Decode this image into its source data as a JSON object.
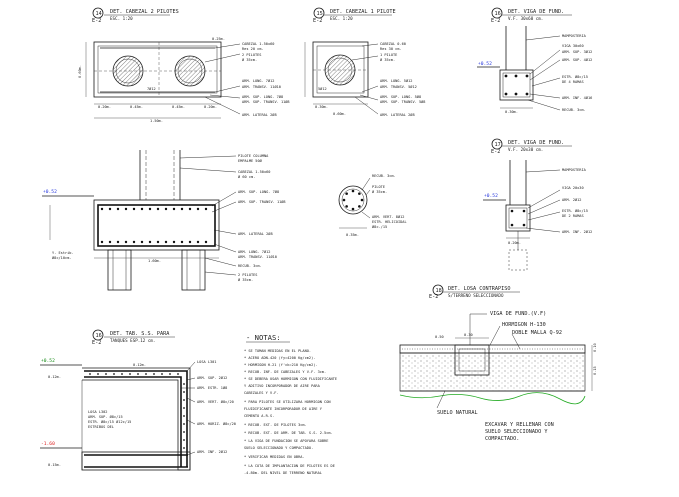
{
  "details": {
    "d14": {
      "num": "14",
      "title": "DET. CABEZAL 2 PILOTES",
      "ref": "E-2",
      "sub": "ESC. 1:20",
      "labels": [
        "CABEZAL 1.50x60",
        "Res 20 cm.",
        "2 PILOTES",
        "Ø 35cm.",
        "ARM. LONG. 7Ø12",
        "ARM. TRANSV. 11Ø10",
        "ARM. SUP. LONG. 7Ø8",
        "ARM. SUP. TRANSV. 11Ø8",
        "ARM. LATERAL 2Ø8"
      ],
      "dims": [
        "0.20m.",
        "0.45m.",
        "0.45m.",
        "0.20m.",
        "1.50m.",
        "7Ø12",
        "0.60m.",
        "0.25m."
      ]
    },
    "d15": {
      "num": "15",
      "title": "DET. CABEZAL 1 PILOTE",
      "ref": "E-2",
      "sub": "ESC. 1:20",
      "labels": [
        "CABEZAL 0.60",
        "Res 30 cm.",
        "1 PILOTE",
        "Ø 35cm.",
        "ARM. LONG. 5Ø12",
        "ARM. TRANSV. 5Ø12",
        "ARM. SUP. LONG. 5Ø8",
        "ARM. SUP. TRANSV. 5Ø8",
        "ARM. LATERAL 2Ø8"
      ],
      "dims": [
        "0.30m.",
        "0.60m.",
        "5Ø12"
      ]
    },
    "d16": {
      "num": "16",
      "title": "DET. VIGA DE FUND.",
      "ref": "E-2",
      "sub": "V.F. 30x60 cm.",
      "labels": [
        "MAMPOSTERIA",
        "VIGA 30x60",
        "ARM. SUP. 3Ø12",
        "ARM. SUP. 4Ø12",
        "ESTR. Ø8c/15",
        "DE 4 RAMAS",
        "ARM. INF. 4Ø16",
        "RECUB. 3cm."
      ],
      "dims": [
        "0.30m.",
        "+0.52"
      ]
    },
    "d17": {
      "num": "17",
      "title": "DET. VIGA DE FUND.",
      "ref": "E-2",
      "sub": "V.F. 20x30 cm.",
      "labels": [
        "MAMPOSTERIA",
        "VIGA 20x30",
        "ARM. 2Ø12",
        "ESTR. Ø8c/15",
        "DE 2 RAMAS",
        "ARM. INF. 2Ø12"
      ],
      "dims": [
        "0.20m.",
        "+0.52"
      ]
    },
    "d18": {
      "num": "18",
      "title": "DET. LOSA CONTRAPISO",
      "ref": "E-2",
      "sub": "S/TERRENO SELECCIONADO",
      "labels": [
        "VIGA DE FUND.(V.F)",
        "HORMIGON H-130",
        "DOBLE MALLA Q-92",
        "SUELO NATURAL",
        "EXCAVAR Y RELLENAR CON",
        "SUELO SELECCIONADO Y",
        "COMPACTADO."
      ],
      "dims": [
        "0.30",
        "0.10",
        "0.15",
        "0.50"
      ]
    },
    "d16b": {
      "num": "16",
      "title": "DET. TAB. S.S. PARA",
      "ref": "E-2",
      "sub": "TANQUES ESP.12 cm.",
      "labels": [
        "LOSA L301",
        "ARM. SUP. 2Ø12",
        "ARM. ESTR. 1Ø8",
        "ARM. VERT. Ø8c/20",
        "LOSA L302",
        "ARM. SUP. Ø8c/15",
        "ESTR. Ø8c/15 Ø12c/15",
        "ESTRIBOS DEL",
        "ARM. HORIZ. Ø8c/20",
        "ARM. INF. 2Ø12"
      ],
      "levels": [
        "+0.52",
        "-1.60"
      ],
      "dims": [
        "0.12m.",
        "0.12m.",
        "0.15m."
      ]
    },
    "center": {
      "labels": [
        "PILOTE COLUMNA",
        "EMPALME 50Ø",
        "CABEZAL 1.50x60",
        "Ø 60 cm.",
        "ARM. SUP. LONG. 7Ø8",
        "ARM. SUP. TRANSV. 11Ø8",
        "ARM. LATERAL 2Ø8",
        "ARM. LONG. 7Ø12",
        "ARM. TRANSV. 11Ø10",
        "RECUB. 3cm.",
        "2 PILOTES",
        "Ø 35cm."
      ],
      "dims": [
        "+0.52",
        "Y. Estrib.",
        "Ø8c/10cm.",
        "1.60m."
      ]
    },
    "pile": {
      "labels": [
        "RECUB. 3cm.",
        "PILOTE",
        "Ø 35cm.",
        "ARM. VERT. 8Ø12",
        "ESTR. HELICOIDAL",
        "Ø8c./15"
      ],
      "dims": [
        "0.35m."
      ]
    }
  },
  "notes": {
    "title": "- NOTAS:",
    "items": [
      "* SE TOMAN MEDIDAS EN EL PLANO.",
      "* ACERO ADN-420 (fy=4200 Kg/cm2).",
      "* HORMIGON H-21 (f'ck=210 Kg/cm2).",
      "* RECUB. INF. DE CABEZALES Y V.F. 3cm.",
      "* SE DEBERA USAR HORMIGON CON FLUIDIFICANTE",
      "  Y ADITIVO INCORPORADOR DE AIRE PARA",
      "  CABEZALES Y V.F.",
      "* PARA PILOTES SE UTILIZARA HORMIGON CON",
      "  FLUIDIFICANTE INCORPORADOR DE AIRE Y",
      "  CEMENTO A.R.S.",
      "* RECUB. EXT. DE PILOTES 3cm.",
      "* RECUB. EXT. DE ARM. DE TAB. S.S. 2.5cm.",
      "* LA VIGA DE FUNDACION SE APOYARA SOBRE",
      "  SUELO SELECCIONADO Y COMPACTADO.",
      "* VERIFICAR MEDIDAS EN OBRA.",
      "* LA COTA DE IMPLANTACION DE PILOTES ES DE",
      "  -4.80m. DEL NIVEL DE TERRENO NATURAL"
    ]
  },
  "colors": {
    "line": "#1a1a1a",
    "level_blue": "#2233dd",
    "level_red": "#dd2222",
    "ground": "#22aa22"
  }
}
